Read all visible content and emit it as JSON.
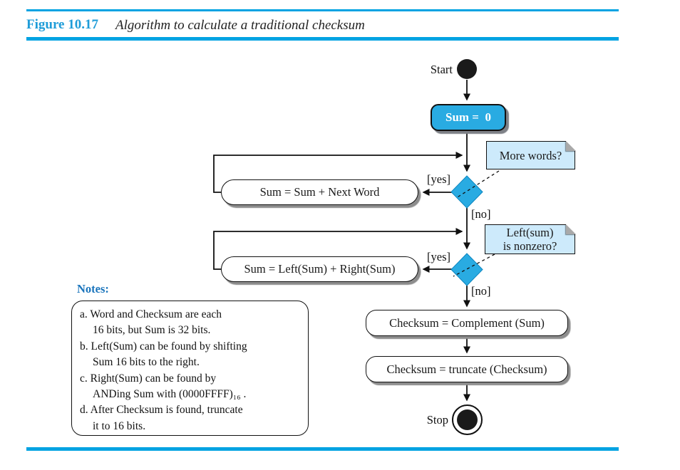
{
  "figure": {
    "label": "Figure 10.17",
    "title": "Algorithm to calculate a traditional checksum"
  },
  "colors": {
    "rule_cyan": "#00A3E2",
    "figure_label_blue": "#1E9CD8",
    "node_fill_cyan": "#29ABE2",
    "note_fill_light_blue": "#CDEAFB",
    "notes_label_blue": "#1B75BC",
    "shadow_gray": "#8d8d8d"
  },
  "flowchart": {
    "start_label": "Start",
    "stop_label": "Stop",
    "init_box": "Sum =  0",
    "loop1_box": "Sum = Sum + Next Word",
    "loop2_box": "Sum = Left(Sum) + Right(Sum)",
    "complement_box": "Checksum = Complement (Sum)",
    "truncate_box": "Checksum = truncate (Checksum)",
    "note_more_words": "More words?",
    "note_nonzero_line1": "Left(sum)",
    "note_nonzero_line2": "is nonzero?",
    "yes_label": "[yes]",
    "no_label": "[no]"
  },
  "notes": {
    "label": "Notes:",
    "lines": [
      "a. Word and Checksum are each",
      "16 bits, but Sum is 32 bits.",
      "b. Left(Sum) can be found by shifting",
      "Sum 16 bits to the right.",
      "c. Right(Sum) can be found by",
      "ANDing Sum with (0000FFFF)₁₆ .",
      "d. After Checksum is found, truncate",
      "it to 16 bits."
    ]
  }
}
